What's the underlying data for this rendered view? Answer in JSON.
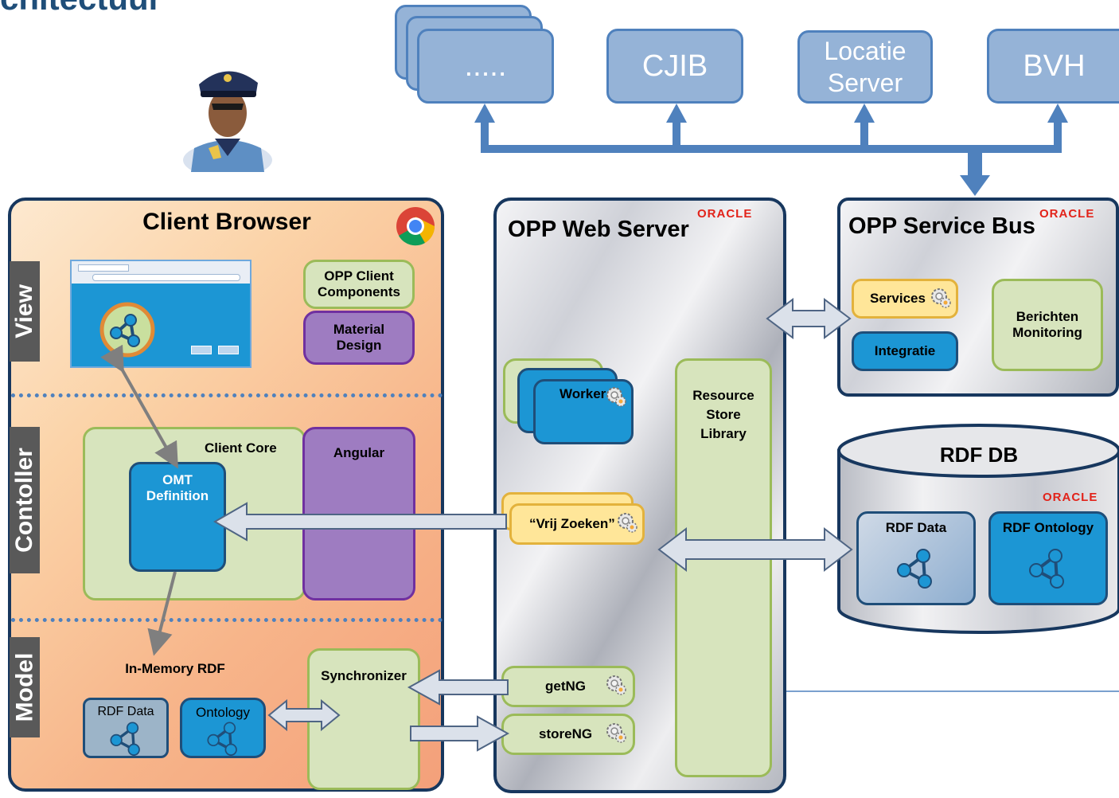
{
  "headline": "chitectuur",
  "external": {
    "stack_label": ".....",
    "cjib": "CJIB",
    "locatie_line1": "Locatie",
    "locatie_line2": "Server",
    "bvh": "BVH"
  },
  "client_browser": {
    "title": "Client Browser",
    "layers": {
      "view": "View",
      "controller": "Contoller",
      "model": "Model"
    },
    "opp_client_components_line1": "OPP Client",
    "opp_client_components_line2": "Components",
    "material_design_line1": "Material",
    "material_design_line2": "Design",
    "client_core": "Client Core",
    "angular": "Angular",
    "omt_line1": "OMT",
    "omt_line2": "Definition",
    "in_memory_rdf": "In-Memory RDF",
    "rdf_data": "RDF Data",
    "ontology": "Ontology",
    "synchronizer": "Synchronizer"
  },
  "web_server": {
    "title": "OPP Web Server",
    "vendor": "ORACLE",
    "worker": "Worker",
    "vrij_zoeken": "“Vrij Zoeken”",
    "resource_line1": "Resource",
    "resource_line2": "Store",
    "resource_line3": "Library",
    "get_ng": "getNG",
    "store_ng": "storeNG"
  },
  "service_bus": {
    "title": "OPP Service Bus",
    "vendor": "ORACLE",
    "services": "Services",
    "integratie": "Integratie",
    "berichten_line1": "Berichten",
    "berichten_line2": "Monitoring"
  },
  "rdf_db": {
    "title": "RDF DB",
    "vendor": "ORACLE",
    "rdf_data": "RDF Data",
    "rdf_ontology": "RDF Ontology"
  },
  "colors": {
    "ext_fill": "#95b3d7",
    "bus_line": "#4f81bd",
    "panel_border": "#17375e",
    "green": "#d7e4bd",
    "purple": "#9e7cc1",
    "blue": "#1c96d4",
    "yellow": "#ffe699",
    "oracle_red": "#e2231a"
  }
}
